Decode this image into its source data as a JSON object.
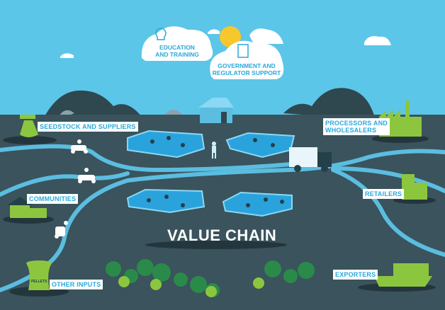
{
  "title": "VALUE CHAIN",
  "clouds": {
    "education": "EDUCATION AND TRAINING",
    "education_line1": "EDUCATION",
    "education_line2": "AND TRAINING",
    "government_line1": "GOVERNMENT AND",
    "government_line2": "REGULATOR SUPPORT"
  },
  "labels": {
    "seedstock": "SEEDSTOCK AND SUPPLIERS",
    "communities": "COMMUNITIES",
    "other_inputs": "OTHER INPUTS",
    "processors_line1": "PROCESSORS AND",
    "processors_line2": "WHOLESALERS",
    "retailers": "RETAILERS",
    "exporters": "EXPORTERS"
  },
  "pellets_label": "PELLETS",
  "colors": {
    "sky": "#5cc6e8",
    "ground": "#3a535c",
    "road": "#5bbde0",
    "green": "#8cc63f",
    "label_text": "#2aa8db"
  }
}
